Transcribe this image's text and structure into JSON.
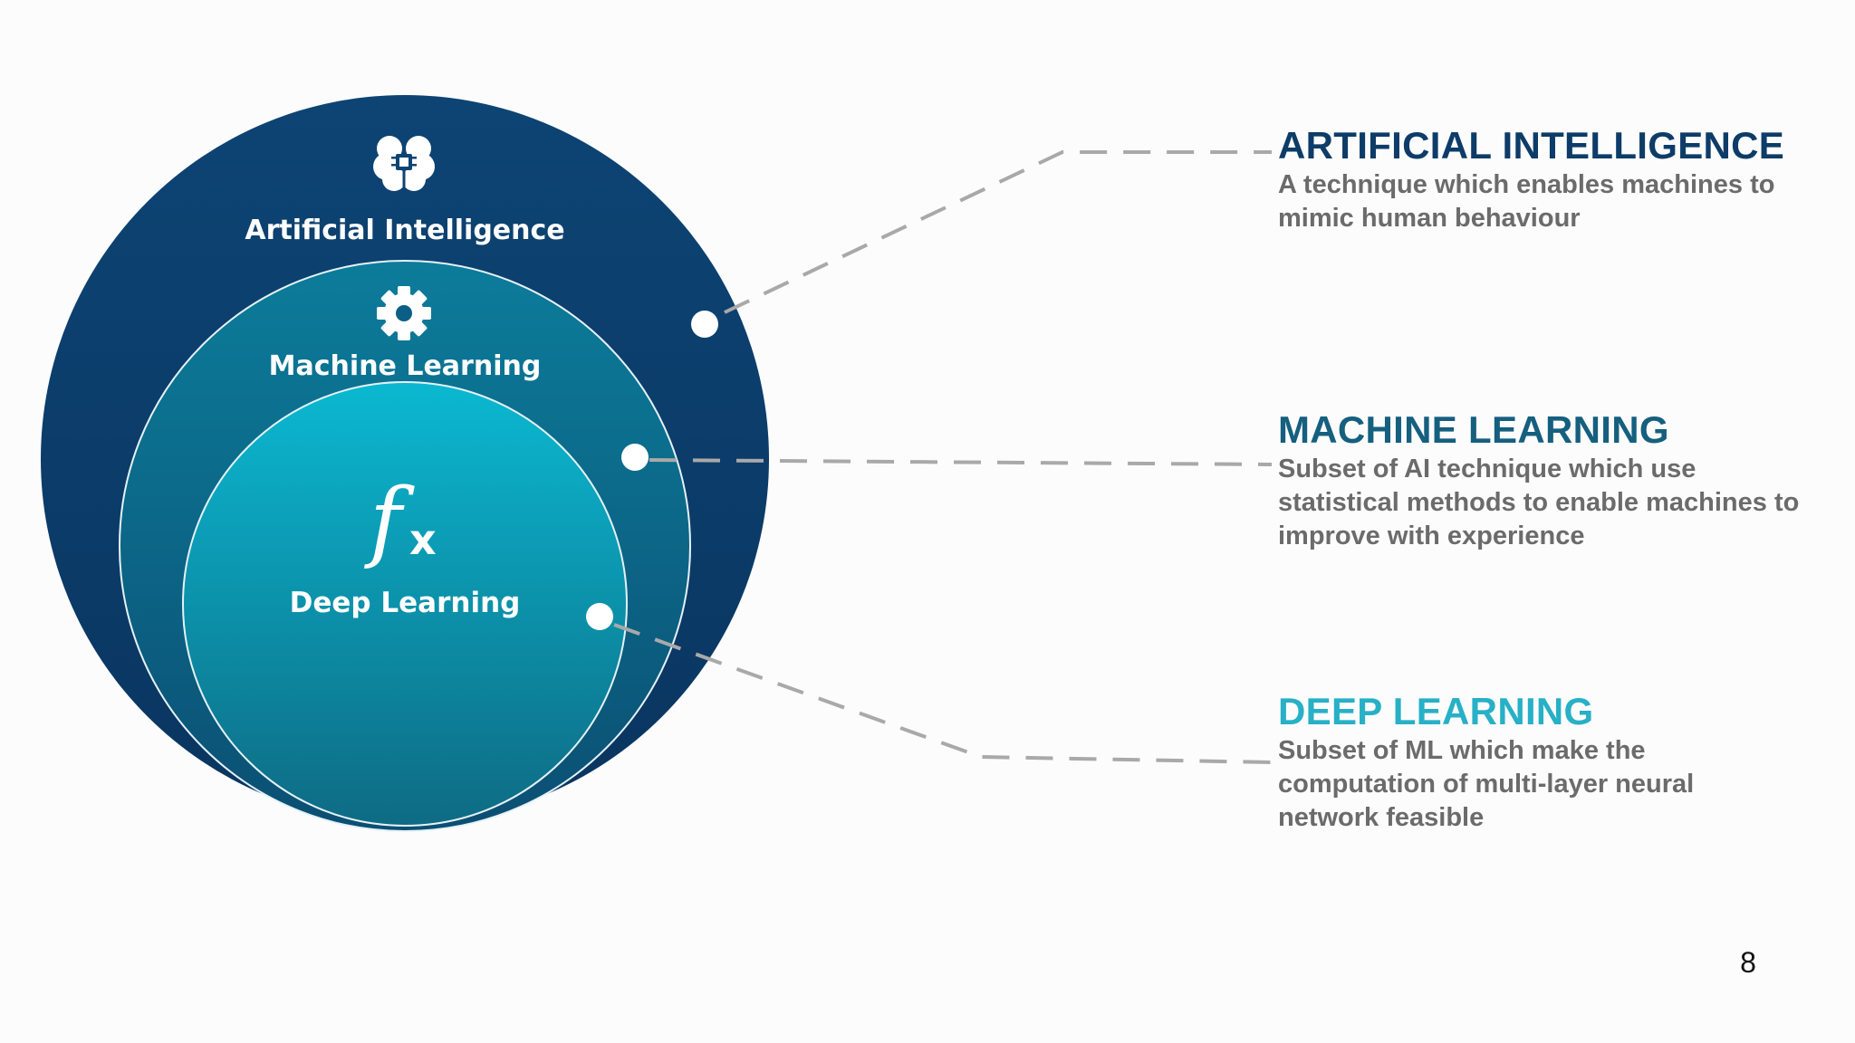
{
  "diagram": {
    "circles": [
      {
        "id": "ai",
        "label": "Artificial Intelligence",
        "icon": "brain-chip-icon"
      },
      {
        "id": "ml",
        "label": "Machine Learning",
        "icon": "gear-icon"
      },
      {
        "id": "dl",
        "label": "Deep Learning",
        "icon": "function-fx-icon"
      }
    ],
    "icon_text": {
      "fx_f": "f",
      "fx_x": "x"
    },
    "colors": {
      "outer_top": "#0d4474",
      "outer_bottom": "#0a3560",
      "middle_top": "#0c7c9a",
      "middle_bottom": "#0b4f73",
      "inner_top": "#0bb8d1",
      "inner_bottom": "#0e6b84",
      "connector": "#a9a9a9",
      "dot": "#ffffff"
    }
  },
  "descriptions": [
    {
      "id": "ai",
      "title": "ARTIFICIAL INTELLIGENCE",
      "text": "A technique which enables machines to mimic human behaviour",
      "color": "#0d3c68"
    },
    {
      "id": "ml",
      "title": "MACHINE LEARNING",
      "text": "Subset of AI technique which use statistical methods to enable machines to improve with experience",
      "color": "#155f7f"
    },
    {
      "id": "dl",
      "title": "DEEP LEARNING",
      "text": "Subset of ML which make the computation of multi-layer neural network feasible",
      "color": "#27b0c6"
    }
  ],
  "page_number": "8"
}
